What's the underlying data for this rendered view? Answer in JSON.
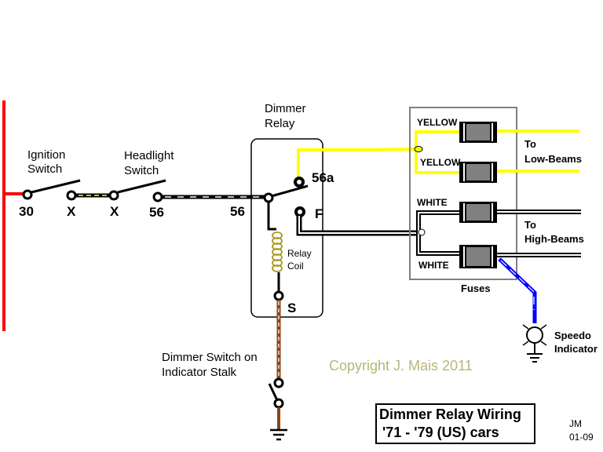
{
  "diagram": {
    "title_line1": "Dimmer Relay Wiring",
    "title_line2": "'71 - '79 (US) cars",
    "copyright": "Copyright J. Mais 2011",
    "author_initials": "JM",
    "author_date": "01-09",
    "colors": {
      "battery_feed": "#ff0000",
      "low_beam_wire": "#ffff00",
      "high_beam_wire": "#000000",
      "ground_wire": "#8b4513",
      "speedo_wire": "#0000ff",
      "fuse_body": "#808080",
      "fuse_box": "#808080",
      "copyright_text": "#b8b67a"
    },
    "ignition_switch": {
      "label_line1": "Ignition",
      "label_line2": "Switch",
      "terminal_in": "30",
      "terminal_out": "X"
    },
    "headlight_switch": {
      "label_line1": "Headlight",
      "label_line2": "Switch",
      "terminal_in": "X",
      "terminal_out": "56"
    },
    "dimmer_relay": {
      "label_line1": "Dimmer",
      "label_line2": "Relay",
      "terminal_input": "56",
      "terminal_low": "56a",
      "terminal_high": "F",
      "terminal_coil": "S",
      "coil_label_line1": "Relay",
      "coil_label_line2": "Coil"
    },
    "fuses": {
      "label": "Fuses",
      "items": [
        {
          "wire_label": "YELLOW",
          "circuit": "low-beam"
        },
        {
          "wire_label": "YELLOW",
          "circuit": "low-beam"
        },
        {
          "wire_label": "WHITE",
          "circuit": "high-beam"
        },
        {
          "wire_label": "WHITE",
          "circuit": "high-beam"
        }
      ]
    },
    "outputs": {
      "low_beams_line1": "To",
      "low_beams_line2": "Low-Beams",
      "high_beams_line1": "To",
      "high_beams_line2": "High-Beams"
    },
    "speedo": {
      "label_line1": "Speedo",
      "label_line2": "Indicator"
    },
    "dimmer_switch": {
      "label_line1": "Dimmer Switch on",
      "label_line2": "Indicator Stalk"
    }
  }
}
